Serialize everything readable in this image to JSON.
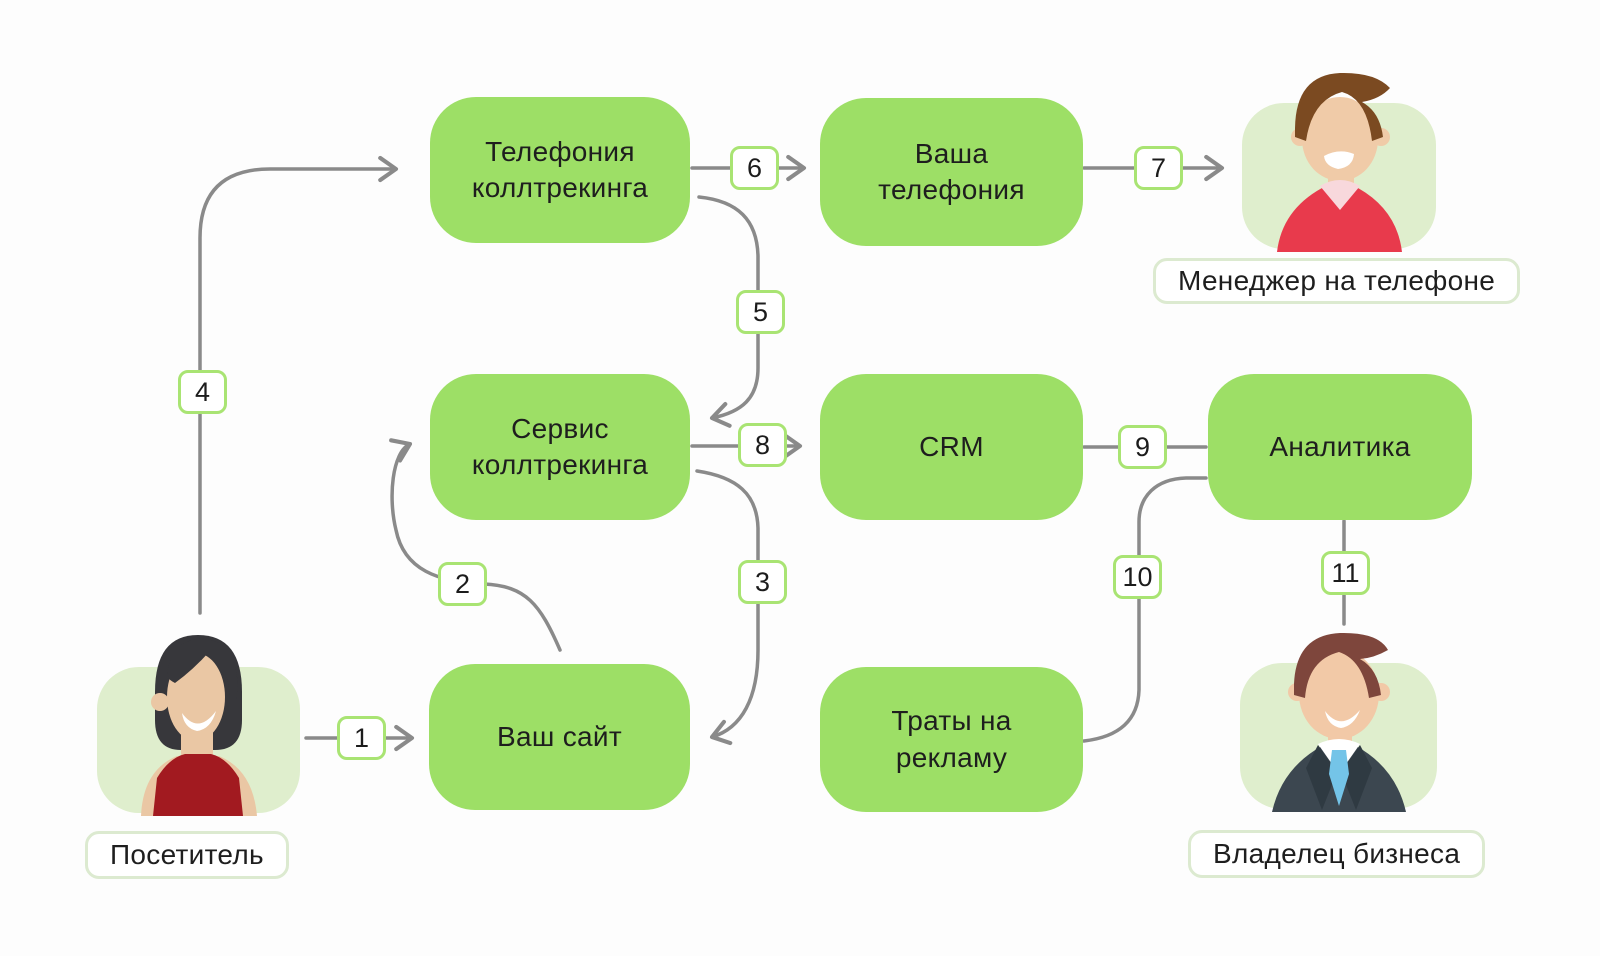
{
  "theme": {
    "bg": "#fdfdfd",
    "box_green": "#9ddf66",
    "badge_border": "#a9e473",
    "label_border": "#dcead0",
    "avatar_bg": "#dfeecd",
    "line_gray": "#8a8a8a",
    "text": "#1e1e1e",
    "visitor_hair": "#37373b",
    "visitor_skin": "#eac7a4",
    "visitor_dress": "#a21a20",
    "manager_hair": "#7b4a21",
    "manager_skin": "#f0cba8",
    "manager_sweater": "#e83a4c",
    "manager_collar": "#f8d8dc",
    "owner_hair": "#7e463c",
    "owner_skin": "#f2c9a7",
    "owner_suit": "#3c4750",
    "owner_lapel": "#2f3a42",
    "owner_tie": "#74c4e8"
  },
  "nodes": {
    "call_tracking_telephony": {
      "label": "Телефония\nколлтрекинга"
    },
    "your_telephony": {
      "label": "Ваша\nтелефония"
    },
    "tracking_service": {
      "label": "Сервис\nколлтрекинга"
    },
    "crm": {
      "label": "CRM"
    },
    "analytics": {
      "label": "Аналитика"
    },
    "your_site": {
      "label": "Ваш сайт"
    },
    "ad_spend": {
      "label": "Траты на\nрекламу"
    }
  },
  "actors": {
    "visitor": {
      "label": "Посетитель"
    },
    "phone_manager": {
      "label": "Менеджер на телефоне"
    },
    "business_owner": {
      "label": "Владелец бизнеса"
    }
  },
  "arrows": {
    "a1": {
      "number": "1",
      "from": "visitor",
      "to": "your_site"
    },
    "a2": {
      "number": "2",
      "from": "your_site",
      "to": "tracking_service"
    },
    "a3": {
      "number": "3",
      "from": "tracking_service",
      "to": "your_site"
    },
    "a4": {
      "number": "4",
      "from": "visitor",
      "to": "call_tracking_telephony"
    },
    "a5": {
      "number": "5",
      "from": "call_tracking_telephony",
      "to": "tracking_service"
    },
    "a6": {
      "number": "6",
      "from": "call_tracking_telephony",
      "to": "your_telephony"
    },
    "a7": {
      "number": "7",
      "from": "your_telephony",
      "to": "phone_manager"
    },
    "a8": {
      "number": "8",
      "from": "tracking_service",
      "to": "crm"
    },
    "a9": {
      "number": "9",
      "from": "crm",
      "to": "analytics"
    },
    "a10": {
      "number": "10",
      "from": "ad_spend",
      "to": "analytics"
    },
    "a11": {
      "number": "11",
      "from": "analytics",
      "to": "business_owner"
    }
  }
}
